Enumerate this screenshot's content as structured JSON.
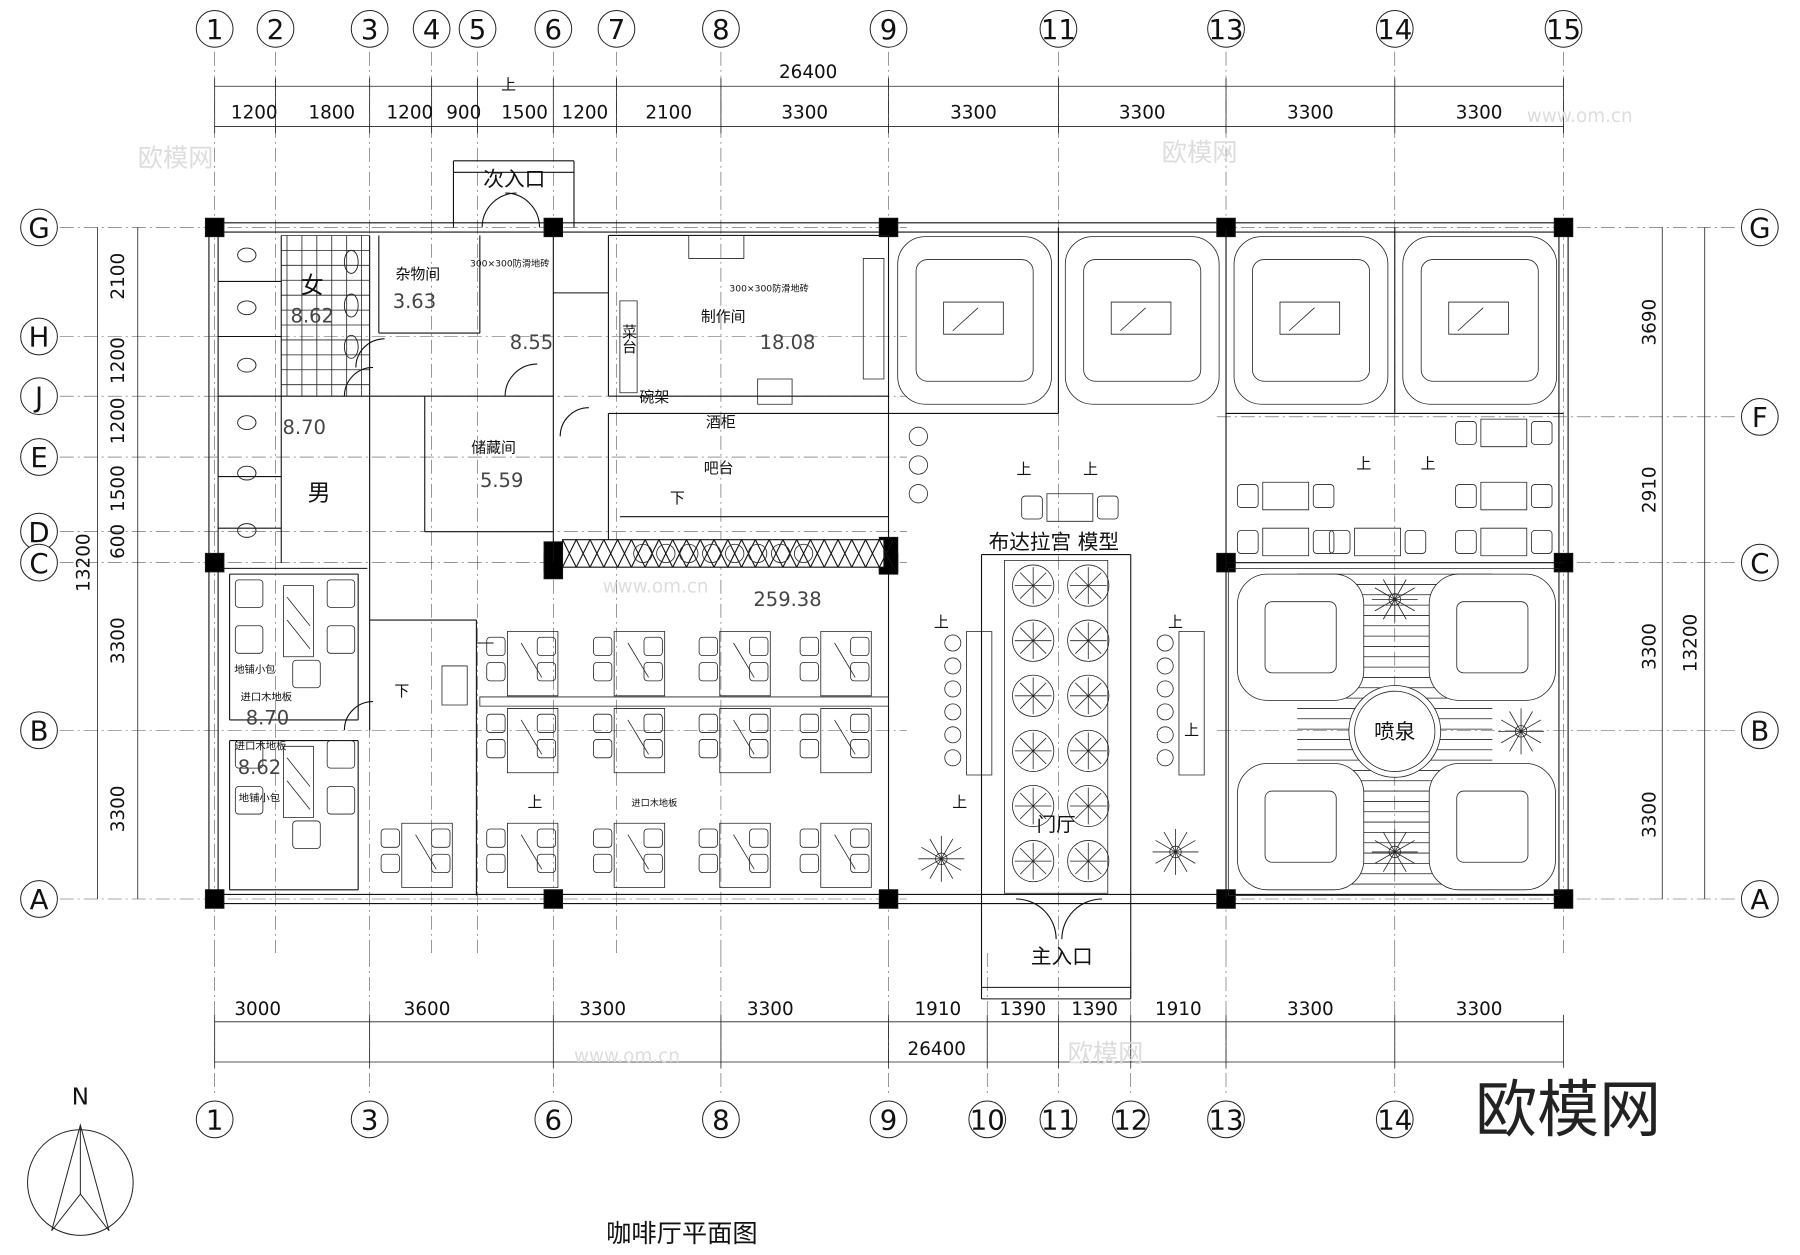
{
  "drawing": {
    "title": "咖啡厅平面图",
    "north_label": "N",
    "watermark": "欧模网",
    "watermark_small": [
      "欧模网",
      "www.om.cn"
    ]
  },
  "grid": {
    "columns_top": [
      "1",
      "2",
      "3",
      "4",
      "5",
      "6",
      "7",
      "8",
      "9",
      "11",
      "13",
      "14",
      "15"
    ],
    "columns_bottom": [
      "1",
      "3",
      "6",
      "8",
      "9",
      "10",
      "11",
      "12",
      "13",
      "14"
    ],
    "rows_left": [
      "G",
      "H",
      "J",
      "E",
      "D",
      "C",
      "B",
      "A"
    ],
    "rows_right": [
      "G",
      "F",
      "C",
      "B",
      "A"
    ]
  },
  "dimensions": {
    "top_total": "26400",
    "top_segments": [
      "1200",
      "1800",
      "1200",
      "900",
      "1500",
      "1200",
      "2100",
      "3300",
      "3300",
      "3300",
      "3300",
      "3300"
    ],
    "bottom_segments": [
      "3000",
      "3600",
      "3300",
      "3300",
      "1910",
      "1390",
      "1390",
      "1910",
      "3300",
      "3300"
    ],
    "bottom_total": "26400",
    "left_segments": [
      "2100",
      "1200",
      "1200",
      "1500",
      "600",
      "3300",
      "3300"
    ],
    "left_total": "13200",
    "right_segments": [
      "3690",
      "2910",
      "3300",
      "3300"
    ],
    "right_total": "13200"
  },
  "rooms": {
    "womens": {
      "label": "女",
      "area": "8.62"
    },
    "sundries": {
      "label": "杂物间",
      "area": "3.63"
    },
    "corridor": {
      "tile": "300×300防滑地砖",
      "area": "8.55"
    },
    "kitchen": {
      "label": "制作间",
      "tile": "300×300防滑地砖",
      "area": "18.08"
    },
    "veg_counter": "菜台",
    "dish_rack": "碗架",
    "wine_cabinet": "酒柜",
    "bar": "吧台",
    "storage": {
      "label": "储藏间",
      "area": "5.59"
    },
    "mens": {
      "label": "男",
      "area": "8.70"
    },
    "private1": {
      "label": "地铺小包",
      "floor": "进口木地板",
      "area": "8.70"
    },
    "private2": {
      "label": "地铺小包",
      "floor": "进口木地板",
      "area": "8.62"
    },
    "hall": {
      "area": "259.38",
      "floor": "进口木地板"
    },
    "model": "布达拉宫 模型",
    "lobby": "门厅",
    "fountain": "喷泉",
    "main_entrance": "主入口",
    "side_entrance": "次入口",
    "up": "上",
    "down": "下"
  }
}
